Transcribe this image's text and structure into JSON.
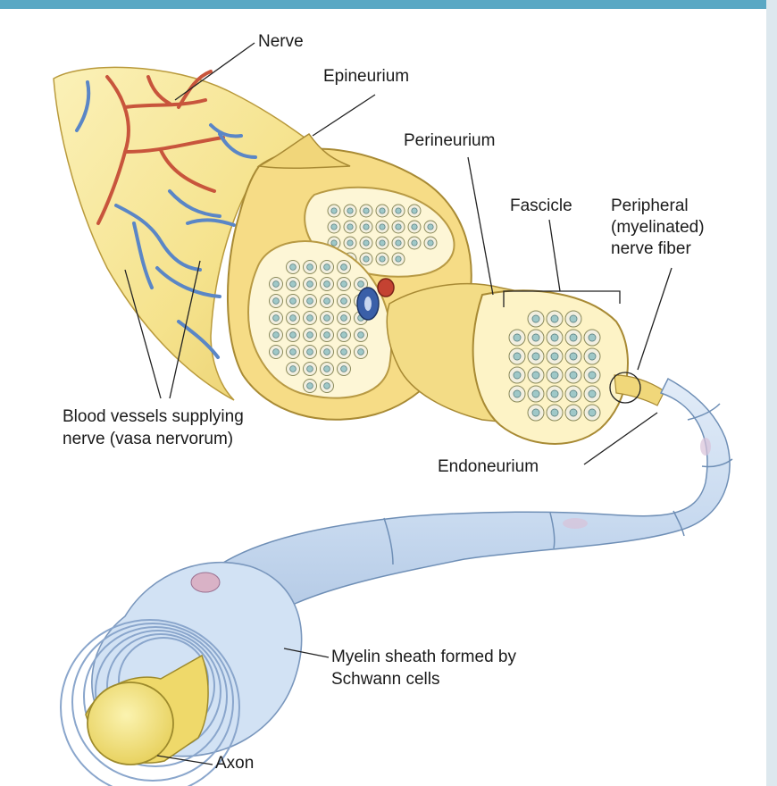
{
  "labels": {
    "nerve": "Nerve",
    "epineurium": "Epineurium",
    "perineurium": "Perineurium",
    "fascicle": "Fascicle",
    "peripheral_line1": "Peripheral",
    "peripheral_line2": "(myelinated)",
    "peripheral_line3": "nerve fiber",
    "blood_line1": "Blood vessels supplying",
    "blood_line2": "nerve (vasa nervorum)",
    "endoneurium": "Endoneurium",
    "myelin_line1": "Myelin sheath formed by",
    "myelin_line2": "Schwann cells",
    "axon": "Axon"
  },
  "colors": {
    "frame_bar": "#5aa8c4",
    "frame_side": "#dde8ee",
    "nerve_fill": "#f7e79a",
    "nerve_shadow": "#e4c96a",
    "artery": "#c8553c",
    "vein": "#5a86c6",
    "myelin": "#c9dcf0",
    "myelin_dark": "#a9c3e2",
    "axon": "#f3e37c",
    "leader": "#222222"
  }
}
